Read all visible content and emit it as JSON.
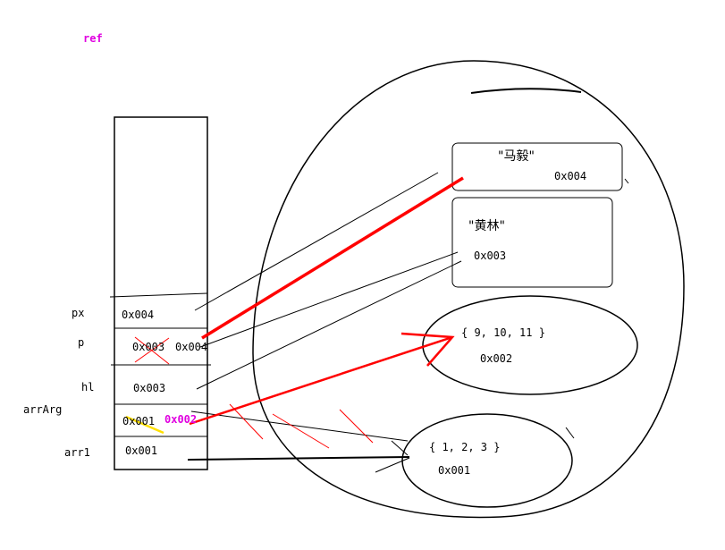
{
  "title": "ref",
  "stack": {
    "labels": {
      "px": "px",
      "p": "p",
      "hl": "hl",
      "arrArg": "arrArg",
      "arr1": "arr1"
    },
    "values": {
      "px": "0x004",
      "p_old": "0x003",
      "p_new": "0x004",
      "hl": "0x003",
      "arrArg_old": "0x001",
      "arrArg_new": "0x002",
      "arr1": "0x001"
    }
  },
  "heap": {
    "string_ma": {
      "text": "\"马毅\"",
      "addr": "0x004"
    },
    "string_huang": {
      "text": "\"黄林\"",
      "addr": "0x003"
    },
    "array_9_10_11": {
      "text": "{ 9, 10, 11 }",
      "addr": "0x002"
    },
    "array_1_2_3": {
      "text": "{ 1, 2, 3 }",
      "addr": "0x001"
    }
  },
  "colors": {
    "line": "#000000",
    "pointer_red": "#ff0000",
    "label_magenta": "#e000e0",
    "highlight_yellow": "#ffe000"
  }
}
